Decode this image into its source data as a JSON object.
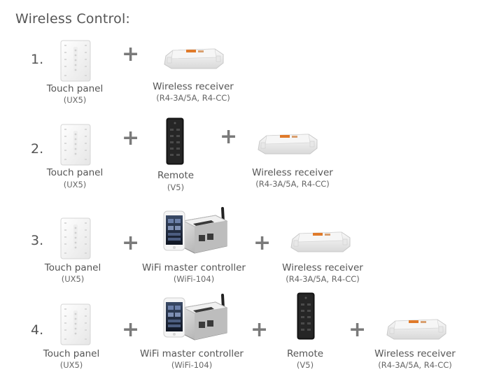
{
  "title": "Wireless Control:",
  "rows": [
    {
      "number": "1.",
      "devices": [
        {
          "type": "panel",
          "label": "Touch panel",
          "model": "(UX5)"
        },
        {
          "type": "receiver",
          "label": "Wireless receiver",
          "model": "(R4-3A/5A, R4-CC)"
        }
      ]
    },
    {
      "number": "2.",
      "devices": [
        {
          "type": "panel",
          "label": "Touch panel",
          "model": "(UX5)"
        },
        {
          "type": "remote",
          "label": "Remote",
          "model": "(V5)"
        },
        {
          "type": "receiver",
          "label": "Wireless receiver",
          "model": "(R4-3A/5A, R4-CC)"
        }
      ]
    },
    {
      "number": "3.",
      "devices": [
        {
          "type": "panel",
          "label": "Touch panel",
          "model": "(UX5)"
        },
        {
          "type": "wifi",
          "label": "WiFi master controller",
          "model": "(WiFi-104)"
        },
        {
          "type": "receiver",
          "label": "Wireless receiver",
          "model": "(R4-3A/5A, R4-CC)"
        }
      ]
    },
    {
      "number": "4.",
      "devices": [
        {
          "type": "panel",
          "label": "Touch panel",
          "model": "(UX5)"
        },
        {
          "type": "wifi",
          "label": "WiFi master controller",
          "model": "(WiFi-104)"
        },
        {
          "type": "remote",
          "label": "Remote",
          "model": "(V5)"
        },
        {
          "type": "receiver",
          "label": "Wireless receiver",
          "model": "(R4-3A/5A, R4-CC)"
        }
      ]
    }
  ],
  "plus_symbol": "+"
}
